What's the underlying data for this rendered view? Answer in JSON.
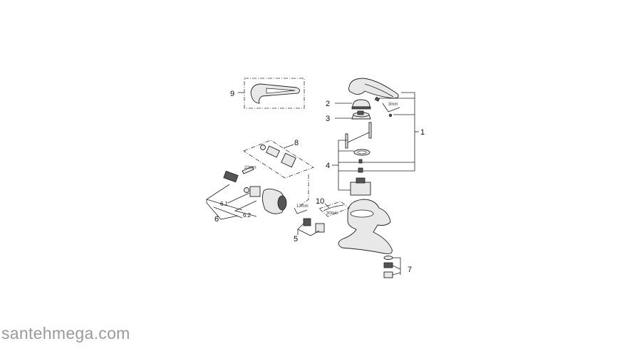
{
  "diagram": {
    "callouts": {
      "c1": "1",
      "c2": "2",
      "c3": "3",
      "c4": "4",
      "c5": "5",
      "c6": "6",
      "c6_1": "6.1",
      "c6_2": "6.2",
      "c7": "7",
      "c8": "8",
      "c9": "9",
      "c10": "10"
    },
    "tool_sizes": {
      "hex_key_handle": "3mm",
      "wrench_upper": "22mm",
      "hex_key_lower": "12mm",
      "wrench_10": "30mm"
    }
  },
  "watermark": "santehmega.com"
}
